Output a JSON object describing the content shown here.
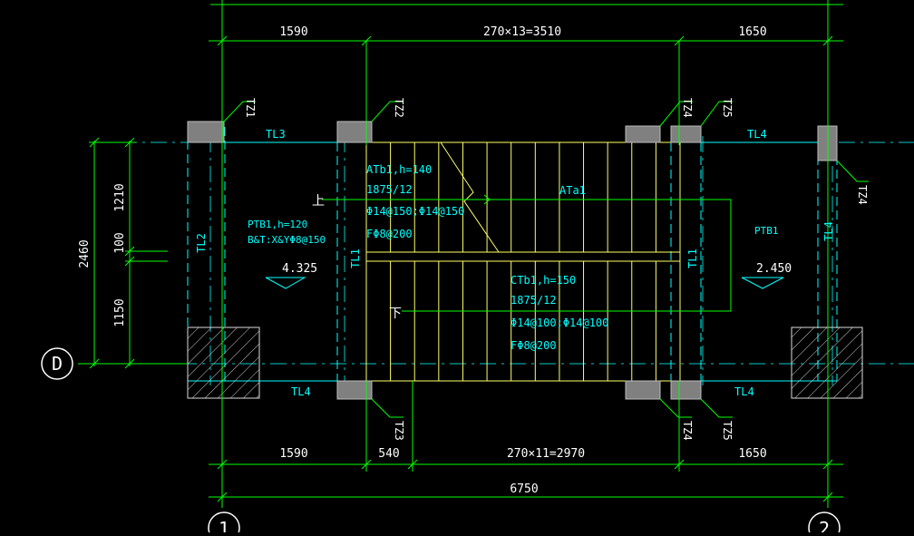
{
  "colors": {
    "background": "#000000",
    "dimension": "#00ff00",
    "axis_line": "#00c8c8",
    "annotation": "#00ffff",
    "stair": "#ffff66",
    "text_white": "#ffffff",
    "column_fill": "#808080"
  },
  "dimensions": {
    "top_left": "1590",
    "top_middle": "270×13=3510",
    "top_right": "1650",
    "bottom_left": "1590",
    "bottom_gap": "540",
    "bottom_middle": "270×11=2970",
    "bottom_right": "1650",
    "overall": "6750",
    "left_total": "2460",
    "left_top": "1210",
    "left_mid": "100",
    "left_bottom": "1150"
  },
  "axis_labels": {
    "row_d": "D",
    "col_1": "1",
    "col_2": "2"
  },
  "beam_labels": {
    "top_left_beam": "TL3",
    "top_right_beam": "TL4",
    "bottom_left_beam": "TL4",
    "bottom_right_beam": "TL4",
    "left_vertical": "TL2",
    "mid_left_vertical": "TL1",
    "mid_right_vertical": "TL1",
    "right_vertical": "TL4"
  },
  "column_tags": {
    "tz1_top_left": "TZ1",
    "tz2_top": "TZ2",
    "tz4_top": "TZ4",
    "tz5_top": "TZ5",
    "tz3_bottom": "TZ3",
    "tz4_bottom": "TZ4",
    "tz5_bottom": "TZ5",
    "tz4_right": "TZ4"
  },
  "slabs": {
    "left_slab_name": "PTB1,h=120",
    "left_slab_rebar": "B&T:X&YΦ8@150",
    "right_slab_name": "PTB1",
    "left_elevation": "4.325",
    "right_elevation": "2.450"
  },
  "upper_flight": {
    "name": "ATb1,h=140",
    "size": "1875/12",
    "main_rebar": "Φ14@150;Φ14@150",
    "dist_rebar": "FΦ8@200",
    "up_label": "上",
    "tag": "ATa1"
  },
  "lower_flight": {
    "name": "CTb1,h=150",
    "size": "1875/12",
    "main_rebar": "Φ14@100;Φ14@100",
    "dist_rebar": "FΦ8@200",
    "down_label": "下"
  }
}
